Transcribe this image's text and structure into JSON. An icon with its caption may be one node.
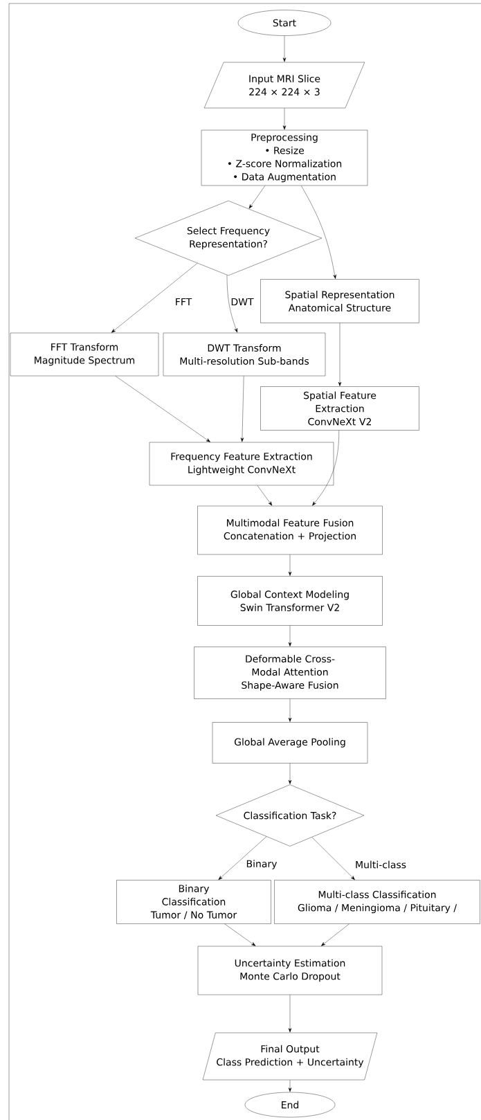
{
  "diagram": {
    "nodes": [
      {
        "text": [
          "Start"
        ]
      },
      {
        "text": [
          "Input MRI Slice",
          "224 × 224 × 3"
        ]
      },
      {
        "text": [
          "Preprocessing",
          "• Resize",
          "• Z-score Normalization",
          "• Data Augmentation"
        ]
      },
      {
        "text": [
          "Select Frequency Representation?"
        ]
      },
      {
        "text": [
          "Spatial Representation",
          "Anatomical Structure"
        ]
      },
      {
        "text": [
          "FFT Transform",
          "Magnitude Spectrum"
        ]
      },
      {
        "text": [
          "DWT Transform",
          "Multi-resolution Sub-bands"
        ]
      },
      {
        "text": [
          "Spatial Feature Extraction",
          "ConvNeXt V2"
        ]
      },
      {
        "text": [
          "Frequency Feature Extraction",
          "Lightweight ConvNeXt"
        ]
      },
      {
        "text": [
          "Multimodal Feature Fusion",
          "Concatenation + Projection"
        ]
      },
      {
        "text": [
          "Global Context Modeling",
          "Swin Transformer V2"
        ]
      },
      {
        "text": [
          "Deformable Cross-Modal Attention",
          "Shape-Aware Fusion"
        ]
      },
      {
        "text": [
          "Global Average Pooling"
        ]
      },
      {
        "text": [
          "Classification Task?"
        ]
      },
      {
        "text": [
          "Binary Classification",
          "Tumor / No Tumor"
        ]
      },
      {
        "text": [
          "Multi-class Classification",
          "Glioma / Meningioma / Pituitary /"
        ]
      },
      {
        "text": [
          "Uncertainty Estimation",
          "Monte Carlo Dropout"
        ]
      },
      {
        "text": [
          "Final Output",
          "Class Prediction + Uncertainty"
        ]
      },
      {
        "text": [
          "End"
        ]
      }
    ],
    "edges": [
      {
        "from": 0,
        "to": 1,
        "arrow": "to"
      },
      {
        "from": 1,
        "to": 2,
        "arrow": "to"
      },
      {
        "from": 2,
        "to": 3,
        "arrow": "to"
      },
      {
        "from": 2,
        "to": 4,
        "arrow": "to"
      },
      {
        "from": 3,
        "to": 5,
        "arrow": "to",
        "label": "FFT"
      },
      {
        "from": 3,
        "to": 6,
        "arrow": "to",
        "label": "DWT"
      },
      {
        "from": 4,
        "to": 7,
        "arrow": "to"
      },
      {
        "from": 5,
        "to": 8,
        "arrow": "to"
      },
      {
        "from": 6,
        "to": 8,
        "arrow": "to"
      },
      {
        "from": 7,
        "to": 9,
        "arrow": "to"
      },
      {
        "from": 8,
        "to": 9,
        "arrow": "to"
      },
      {
        "from": 9,
        "to": 10,
        "arrow": "to"
      },
      {
        "from": 10,
        "to": 11,
        "arrow": "to"
      },
      {
        "from": 11,
        "to": 12,
        "arrow": "to"
      },
      {
        "from": 12,
        "to": 13,
        "arrow": "to"
      },
      {
        "from": 13,
        "to": 14,
        "arrow": "to",
        "label": "Binary"
      },
      {
        "from": 13,
        "to": 15,
        "arrow": "to",
        "label": "Multi-class"
      },
      {
        "from": 14,
        "to": 16,
        "arrow": "to"
      },
      {
        "from": 15,
        "to": 16,
        "arrow": "to"
      },
      {
        "from": 16,
        "to": 17,
        "arrow": "to"
      },
      {
        "from": 17,
        "to": 18,
        "arrow": "to"
      }
    ]
  }
}
